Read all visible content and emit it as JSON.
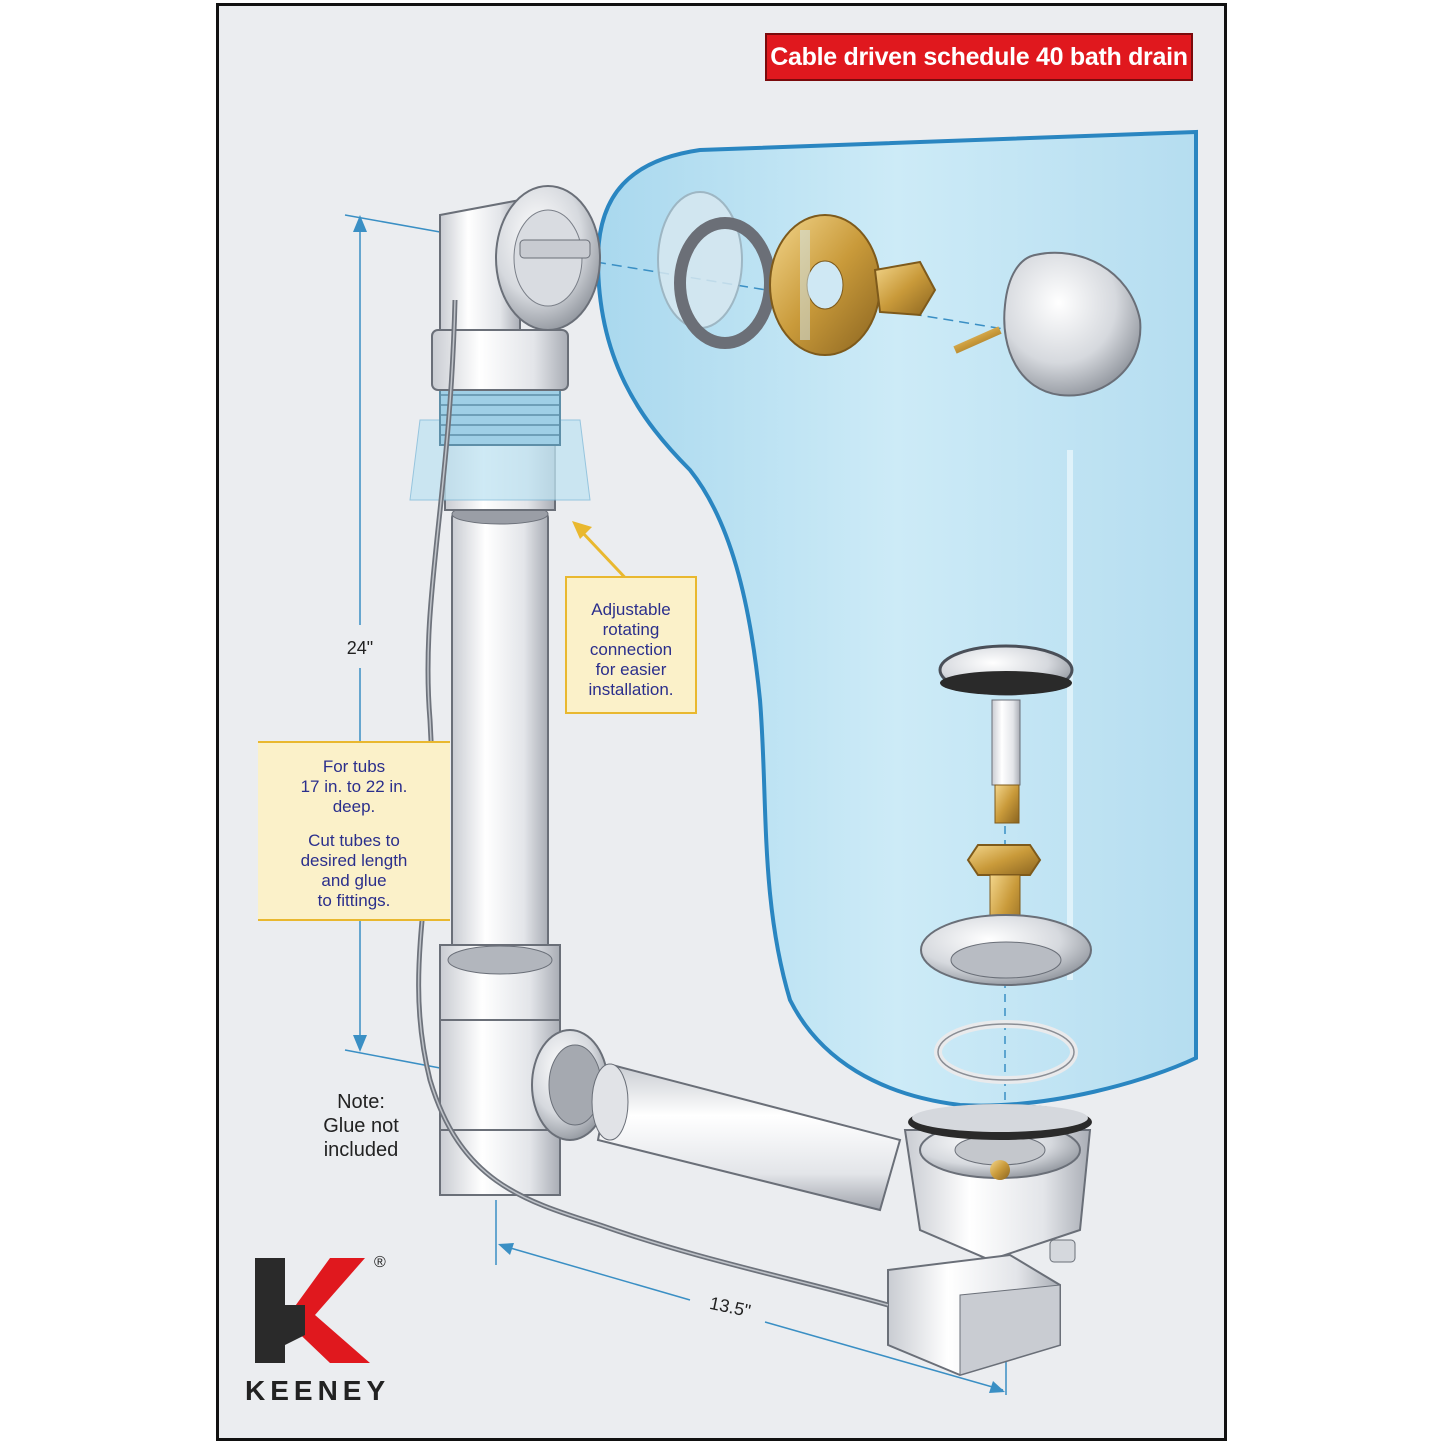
{
  "title": "Cable driven schedule 40 bath drain",
  "callout_adjust": [
    "Adjustable",
    "rotating",
    "connection",
    "for easier",
    "installation."
  ],
  "callout_tubs": {
    "para1": [
      "For tubs",
      "17 in. to 22 in.",
      "deep."
    ],
    "para2": [
      "Cut tubes to",
      "desired length",
      "and glue",
      "to fittings."
    ]
  },
  "dimension_height": "24\"",
  "dimension_width": "13.5\"",
  "note": [
    "Note:",
    "Glue not",
    "included"
  ],
  "brand": {
    "word": "KEENEY",
    "registered": "®",
    "color": "#e0181e"
  },
  "colors": {
    "title_bg": "#e0181e",
    "callout_bg": "#fbf1c9",
    "callout_border": "#e9b82f",
    "callout_text": "#2b2f8c",
    "tub_water": "#bfe3f2",
    "dimension_line": "#3a8fc4"
  }
}
